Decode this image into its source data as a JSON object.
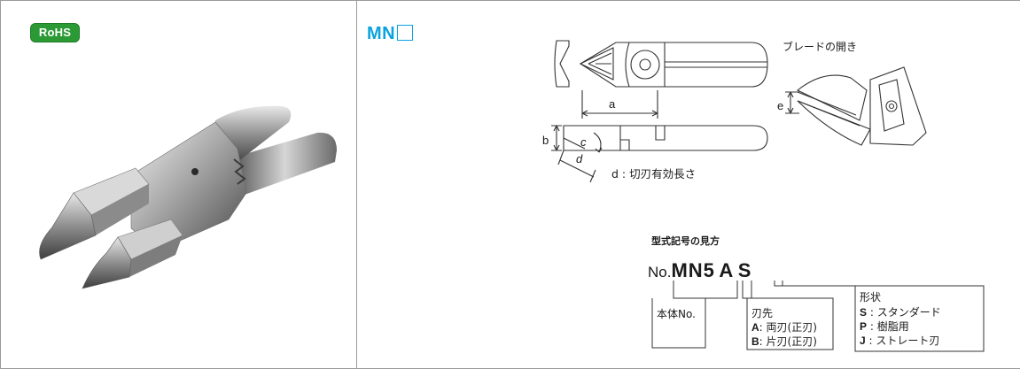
{
  "badge": {
    "label": "RoHS"
  },
  "model": {
    "name": "MN"
  },
  "drawing": {
    "opening_label": "ブレードの開き",
    "dim_a": "a",
    "dim_b": "b",
    "dim_c": "c",
    "dim_d": "d",
    "dim_e": "e",
    "note": "d : 切刃有効長さ"
  },
  "code": {
    "title": "型式記号の見方",
    "prefix": "No.",
    "model_part": "MN5",
    "blade_part": "A",
    "shape_part": "S",
    "body_label": "本体No.",
    "blade": {
      "title": "刃先",
      "options": [
        {
          "key": "A",
          "text": ": 両刃(正刃)"
        },
        {
          "key": "B",
          "text": ": 片刃(正刃)"
        }
      ]
    },
    "shape": {
      "title": "形状",
      "options": [
        {
          "key": "S",
          "text": " : スタンダード"
        },
        {
          "key": "P",
          "text": " : 樹脂用"
        },
        {
          "key": "J",
          "text": " : ストレート刃"
        }
      ]
    }
  },
  "colors": {
    "accent": "#0aa3df",
    "rohs": "#2b9a35",
    "border": "#9a9a9a"
  }
}
